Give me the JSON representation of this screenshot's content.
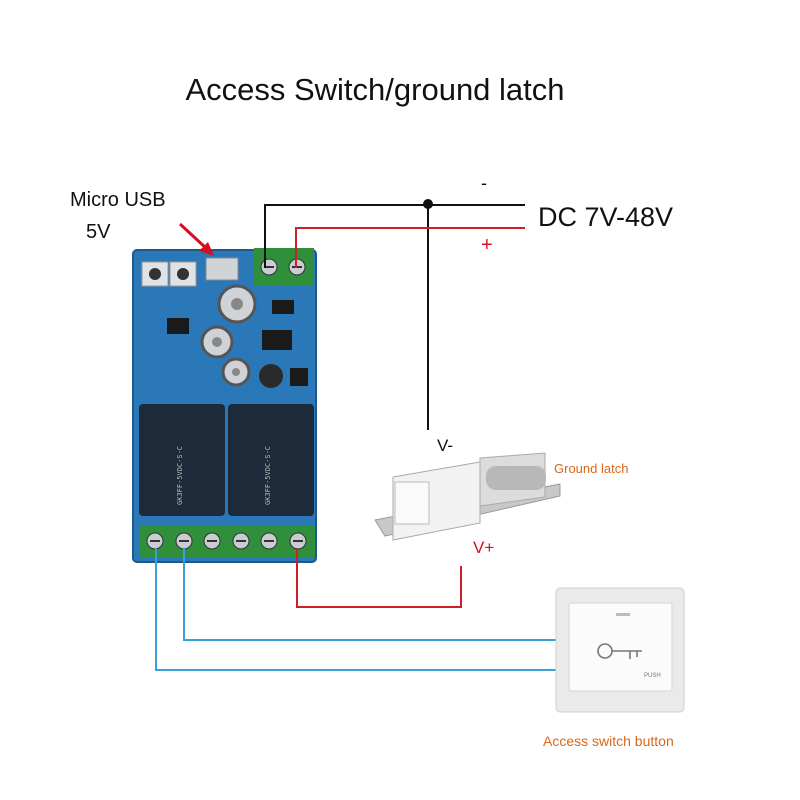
{
  "title": "Access Switch/ground latch",
  "usb_label": {
    "line1": "Micro USB",
    "line2": "5V"
  },
  "power": {
    "minus": "-",
    "plus": "+",
    "range": "DC 7V-48V"
  },
  "latch": {
    "v_minus": "V-",
    "v_plus": "V+",
    "label": "Ground latch"
  },
  "switch": {
    "label": "Access switch button",
    "push": "PUSH"
  },
  "relays": [
    {
      "text": "GK3FF-5VDC-S-C"
    },
    {
      "text": "GK3FF-5VDC-S-C"
    }
  ],
  "colors": {
    "wire_black": "#111111",
    "wire_red": "#cc1f28",
    "wire_blue": "#3aa0dc",
    "pcb": "#2a78b8",
    "terminal": "#2f8f3a",
    "relay": "#1d2a3a",
    "accent_orange": "#d9671a"
  }
}
